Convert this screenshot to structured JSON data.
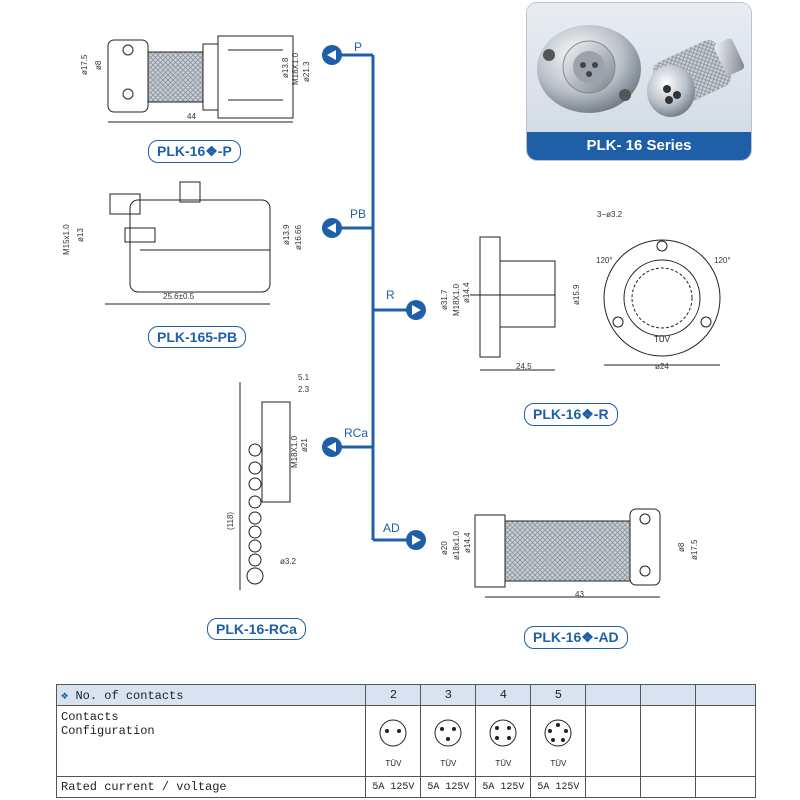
{
  "series_card": {
    "title": "PLK- 16 Series"
  },
  "drawings": {
    "p": {
      "tag": "PLK-16❖-P",
      "dims": {
        "d17_5": "ø17.5",
        "d8": "ø8",
        "d13_8": "ø13.8",
        "m18": "M18X1.0",
        "d21_3": "ø21.3",
        "len": "44"
      }
    },
    "pb": {
      "tag": "PLK-165-PB",
      "dims": {
        "m15": "M15x1.0",
        "d13": "ø13",
        "d13_9": "ø13.9",
        "d16_66": "ø16.66",
        "len": "25.6±0.5"
      }
    },
    "r": {
      "tag": "PLK-16❖-R",
      "dims": {
        "d31_7": "ø31.7",
        "m18": "M18X1.0",
        "d14_4": "ø14.4",
        "d15_9": "ø15.9",
        "len": "24.5",
        "holes": "3−ø3.2",
        "ang1": "120°",
        "ang2": "120°",
        "d24": "ø24"
      }
    },
    "rca": {
      "tag": "PLK-16-RCa",
      "dims": {
        "w51": "5.1",
        "w23": "2.3",
        "m18": "M18X1.0",
        "d21": "ø21",
        "chain": "(118)",
        "d3_2": "ø3.2"
      }
    },
    "ad": {
      "tag": "PLK-16❖-AD",
      "dims": {
        "d20": "ø20",
        "m18": "ø18x1.0",
        "d14_4": "ø14.4",
        "d8": "ø8",
        "d17_5": "ø17.5",
        "len": "43"
      }
    }
  },
  "branches": [
    "P",
    "PB",
    "R",
    "RCa",
    "AD"
  ],
  "table": {
    "header_label": "No. of contacts",
    "contact_counts": [
      "2",
      "3",
      "4",
      "5",
      "",
      "",
      ""
    ],
    "config_label_1": "Contacts",
    "config_label_2": "Configuration",
    "cert_marks": [
      "TÜV",
      "TÜV",
      "TÜV",
      "TÜV"
    ],
    "rating_label": "Rated current / voltage",
    "ratings": [
      "5A 125V",
      "5A 125V",
      "5A 125V",
      "5A 125V",
      "",
      "",
      ""
    ]
  },
  "colors": {
    "accent": "#1f5fa8",
    "table_header": "#d9e2f0"
  },
  "icons": [
    "diamond-bullet-icon",
    "arrow-right-icon",
    "tuv-mark-icon",
    "ul-mark-icon"
  ]
}
